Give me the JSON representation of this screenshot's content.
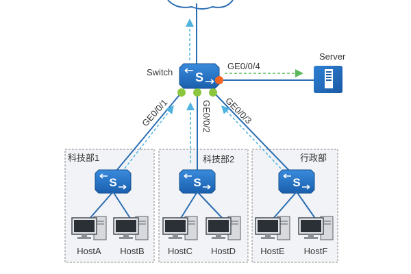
{
  "core_switch": {
    "label": "Switch"
  },
  "server": {
    "label": "Server"
  },
  "ports": {
    "ge1": "GE0/0/1",
    "ge2": "GE0/0/2",
    "ge3": "GE0/0/3",
    "ge4": "GE0/0/4"
  },
  "departments": [
    {
      "label": "科技部1",
      "hosts": [
        "HostA",
        "HostB"
      ]
    },
    {
      "label": "科技部2",
      "hosts": [
        "HostC",
        "HostD"
      ]
    },
    {
      "label": "行政部",
      "hosts": [
        "HostE",
        "HostF"
      ]
    }
  ],
  "colors": {
    "link": "#2a6db2",
    "switch_fill": "#1f6ec2",
    "traffic_arrow": "#4fb3df",
    "server_arrow": "#5cb85c",
    "port_green": "#8cc63f",
    "port_orange": "#f26522",
    "zone_fill": "#f1f3f6",
    "zone_border": "#8a8a8a"
  },
  "icons": [
    "switch-icon",
    "server-icon",
    "pc-icon"
  ]
}
